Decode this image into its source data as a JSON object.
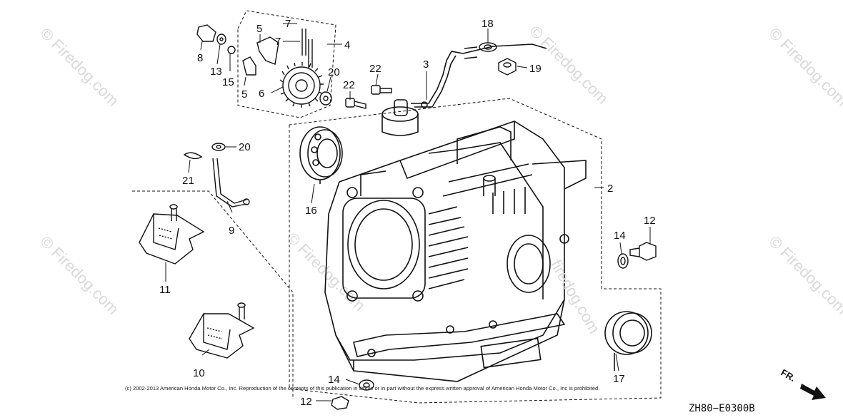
{
  "watermark": "© Firedog.com",
  "watermark_inline": "firedog.com",
  "callouts": {
    "c2": "2",
    "c3": "3",
    "c4": "4",
    "c5a": "5",
    "c5b": "5",
    "c6": "6",
    "c7a": "7",
    "c7b": "7",
    "c8": "8",
    "c9": "9",
    "c10": "10",
    "c11": "11",
    "c12a": "12",
    "c12b": "12",
    "c13": "13",
    "c14a": "14",
    "c14b": "14",
    "c15": "15",
    "c16": "16",
    "c17": "17",
    "c18": "18",
    "c19": "19",
    "c20a": "20",
    "c20b": "20",
    "c21": "21",
    "c22a": "22",
    "c22b": "22"
  },
  "copyright": "(c) 2002-2013 American Honda Motor Co., Inc. Reproduction of the contents of this publication in whole or in part without the express written approval of American Honda Motor Co., Inc is prohibited.",
  "diagram_code": "ZH80−E0300B",
  "front_indicator": "FR."
}
